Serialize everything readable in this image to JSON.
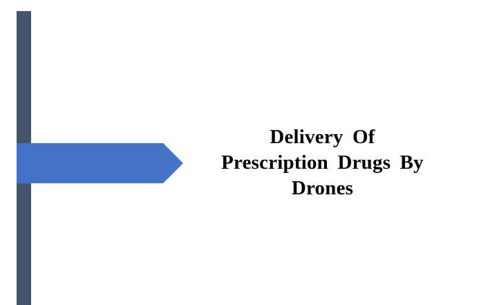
{
  "slide": {
    "title_lines": [
      "Delivery Of",
      "Prescription Drugs By",
      "Drones"
    ]
  },
  "colors": {
    "background": "#ffffff",
    "left_bar": "#44546a",
    "arrow": "#4472c4",
    "title_text": "#000000"
  },
  "icons": {
    "arrow_banner": "right-pointing-arrow-shape"
  }
}
